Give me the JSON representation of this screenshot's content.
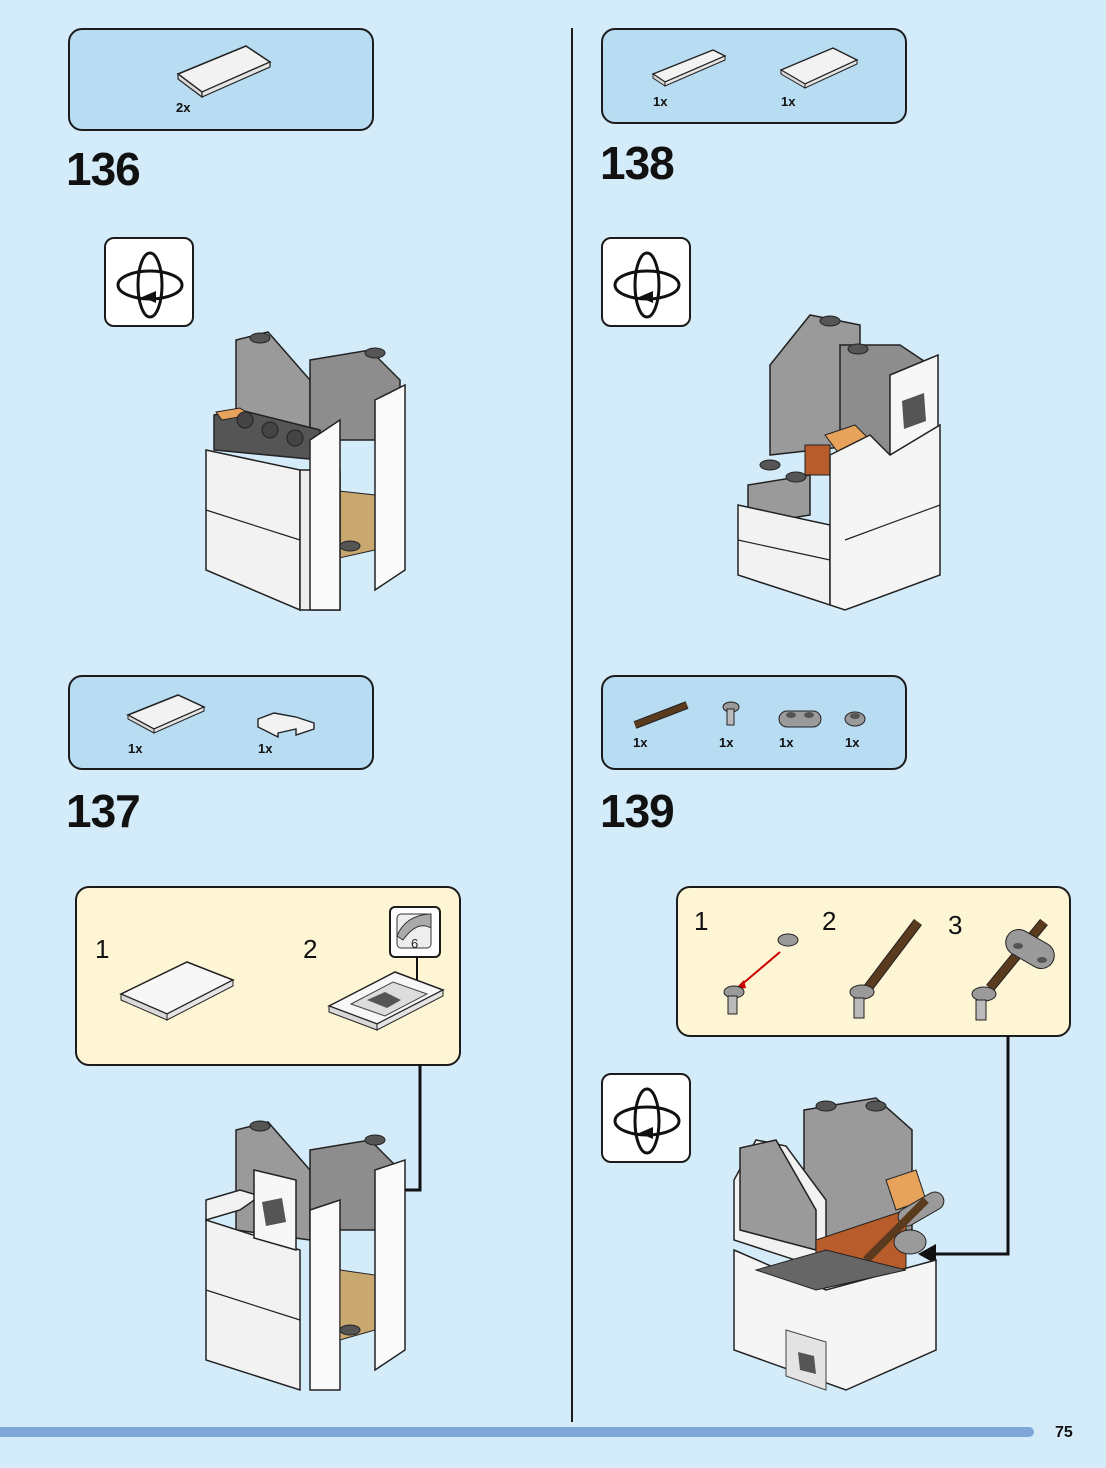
{
  "page": {
    "number": "75"
  },
  "steps": [
    {
      "id": "136",
      "number": "136",
      "parts": [
        {
          "qty": "2x",
          "name": "white-tile-2x4"
        }
      ],
      "rotate_icon": true
    },
    {
      "id": "137",
      "number": "137",
      "parts": [
        {
          "qty": "1x",
          "name": "white-tile-2x4"
        },
        {
          "qty": "1x",
          "name": "white-corner-tile"
        }
      ],
      "substeps": [
        {
          "label": "1"
        },
        {
          "label": "2"
        }
      ],
      "sticker_number": "6"
    },
    {
      "id": "138",
      "number": "138",
      "parts": [
        {
          "qty": "1x",
          "name": "white-tile-1x4"
        },
        {
          "qty": "1x",
          "name": "white-tile-2x4"
        }
      ],
      "rotate_icon": true
    },
    {
      "id": "139",
      "number": "139",
      "parts": [
        {
          "qty": "1x",
          "name": "brown-bar"
        },
        {
          "qty": "1x",
          "name": "grey-clip"
        },
        {
          "qty": "1x",
          "name": "grey-plate-2-stud"
        },
        {
          "qty": "1x",
          "name": "grey-round-plate"
        }
      ],
      "substeps": [
        {
          "label": "1"
        },
        {
          "label": "2"
        },
        {
          "label": "3"
        }
      ],
      "rotate_icon": true
    }
  ],
  "colors": {
    "page_bg": "#d4ecfa",
    "parts_bg": "#b8dcf2",
    "callout_bg": "#fdf5d3",
    "brick_grey": "#9a9a9a",
    "brick_white": "#f2f2f2",
    "brick_orange": "#d88a40",
    "brick_brown": "#5a3b1e",
    "footer_bar": "#7fa6d8"
  },
  "icons": [
    "rotate-model-icon",
    "callout-arrow-icon",
    "sticker-icon"
  ]
}
